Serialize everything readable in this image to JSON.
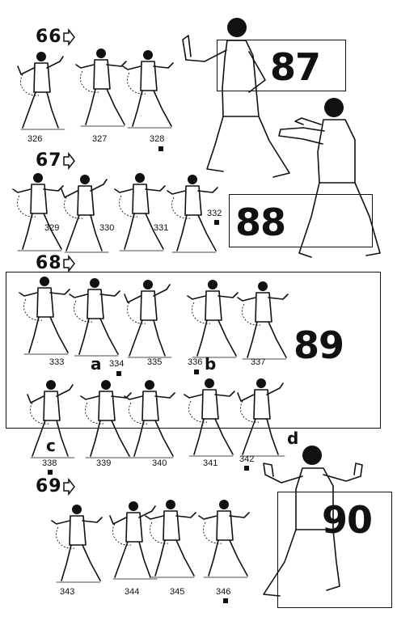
{
  "sections": [
    {
      "step": "66",
      "figures": [
        "326",
        "327",
        "328"
      ],
      "posture": "87"
    },
    {
      "step": "67",
      "figures": [
        "329",
        "330",
        "331",
        "332"
      ],
      "posture": "88"
    },
    {
      "step": "68",
      "figures": [
        "333",
        "334",
        "335",
        "336",
        "337",
        "338",
        "339",
        "340",
        "341",
        "342"
      ],
      "posture": "89"
    },
    {
      "step": "69",
      "figures": [
        "343",
        "344",
        "345",
        "346"
      ],
      "posture": "90"
    }
  ],
  "letters": {
    "a": "a",
    "b": "b",
    "c": "c",
    "d": "d"
  }
}
